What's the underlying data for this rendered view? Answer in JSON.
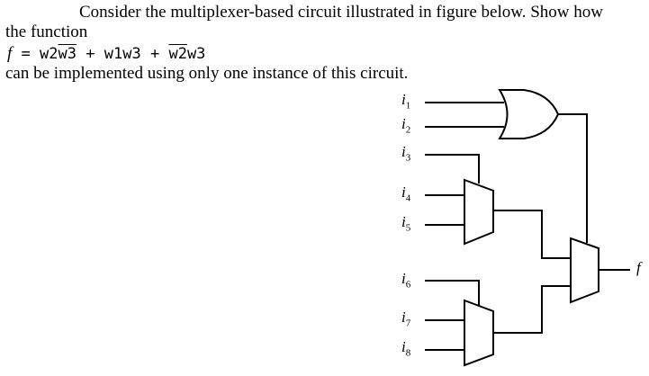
{
  "problem": {
    "line1": "Consider the multiplexer-based circuit illustrated in figure below. Show how",
    "line2": "the function",
    "formula": {
      "lhs": "f",
      "eq": "=",
      "t1a": "w2",
      "t1b": "w3",
      "plus1": "+",
      "t2": "w1w3",
      "plus2": "+",
      "t3a": "w2",
      "t3b": "w3"
    },
    "line4": "can be implemented using only one instance of this circuit."
  },
  "circuit": {
    "inputs": [
      {
        "letter": "i",
        "sub": "1"
      },
      {
        "letter": "i",
        "sub": "2"
      },
      {
        "letter": "i",
        "sub": "3"
      },
      {
        "letter": "i",
        "sub": "4"
      },
      {
        "letter": "i",
        "sub": "5"
      },
      {
        "letter": "i",
        "sub": "6"
      },
      {
        "letter": "i",
        "sub": "7"
      },
      {
        "letter": "i",
        "sub": "8"
      }
    ],
    "output_label": "f"
  }
}
